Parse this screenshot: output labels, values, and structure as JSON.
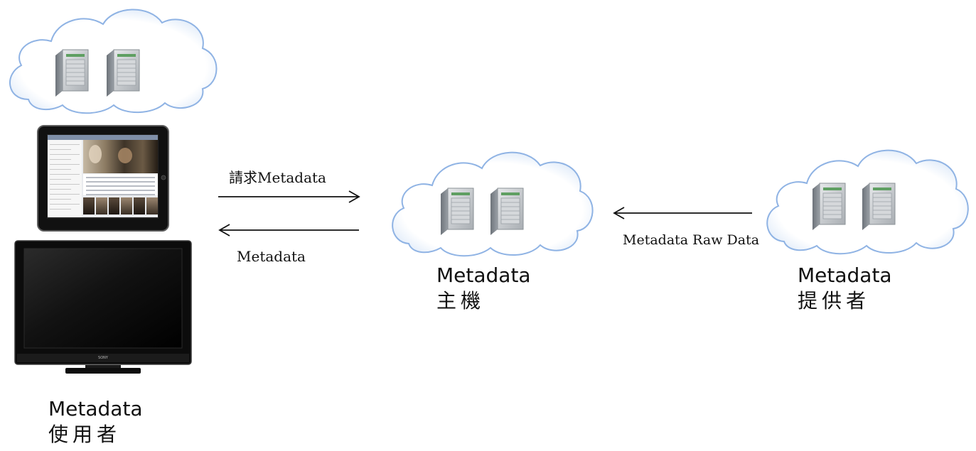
{
  "nodes": {
    "user": {
      "title": "Metadata",
      "subtitle": "使用者"
    },
    "host": {
      "title": "Metadata",
      "subtitle": "主機"
    },
    "provider": {
      "title": "Metadata",
      "subtitle": "提供者"
    }
  },
  "arrows": {
    "request": {
      "label": "請求Metadata"
    },
    "response": {
      "label": "Metadata"
    },
    "raw": {
      "label": "Metadata Raw Data"
    }
  },
  "tv": {
    "brand": "SONY"
  },
  "colors": {
    "cloud_fill": "#ffffff",
    "cloud_stroke": "#8fb3e4",
    "cloud_glow": "#cfe0f6",
    "server_body": "#9aa0a6",
    "server_face": "#c9ccd0",
    "server_led": "#4caf50",
    "arrow": "#111111",
    "device_black": "#0c0c0c"
  },
  "icons": [
    "cloud-icon",
    "server-icon",
    "tablet-icon",
    "tv-icon",
    "arrow-right-icon",
    "arrow-left-icon"
  ]
}
